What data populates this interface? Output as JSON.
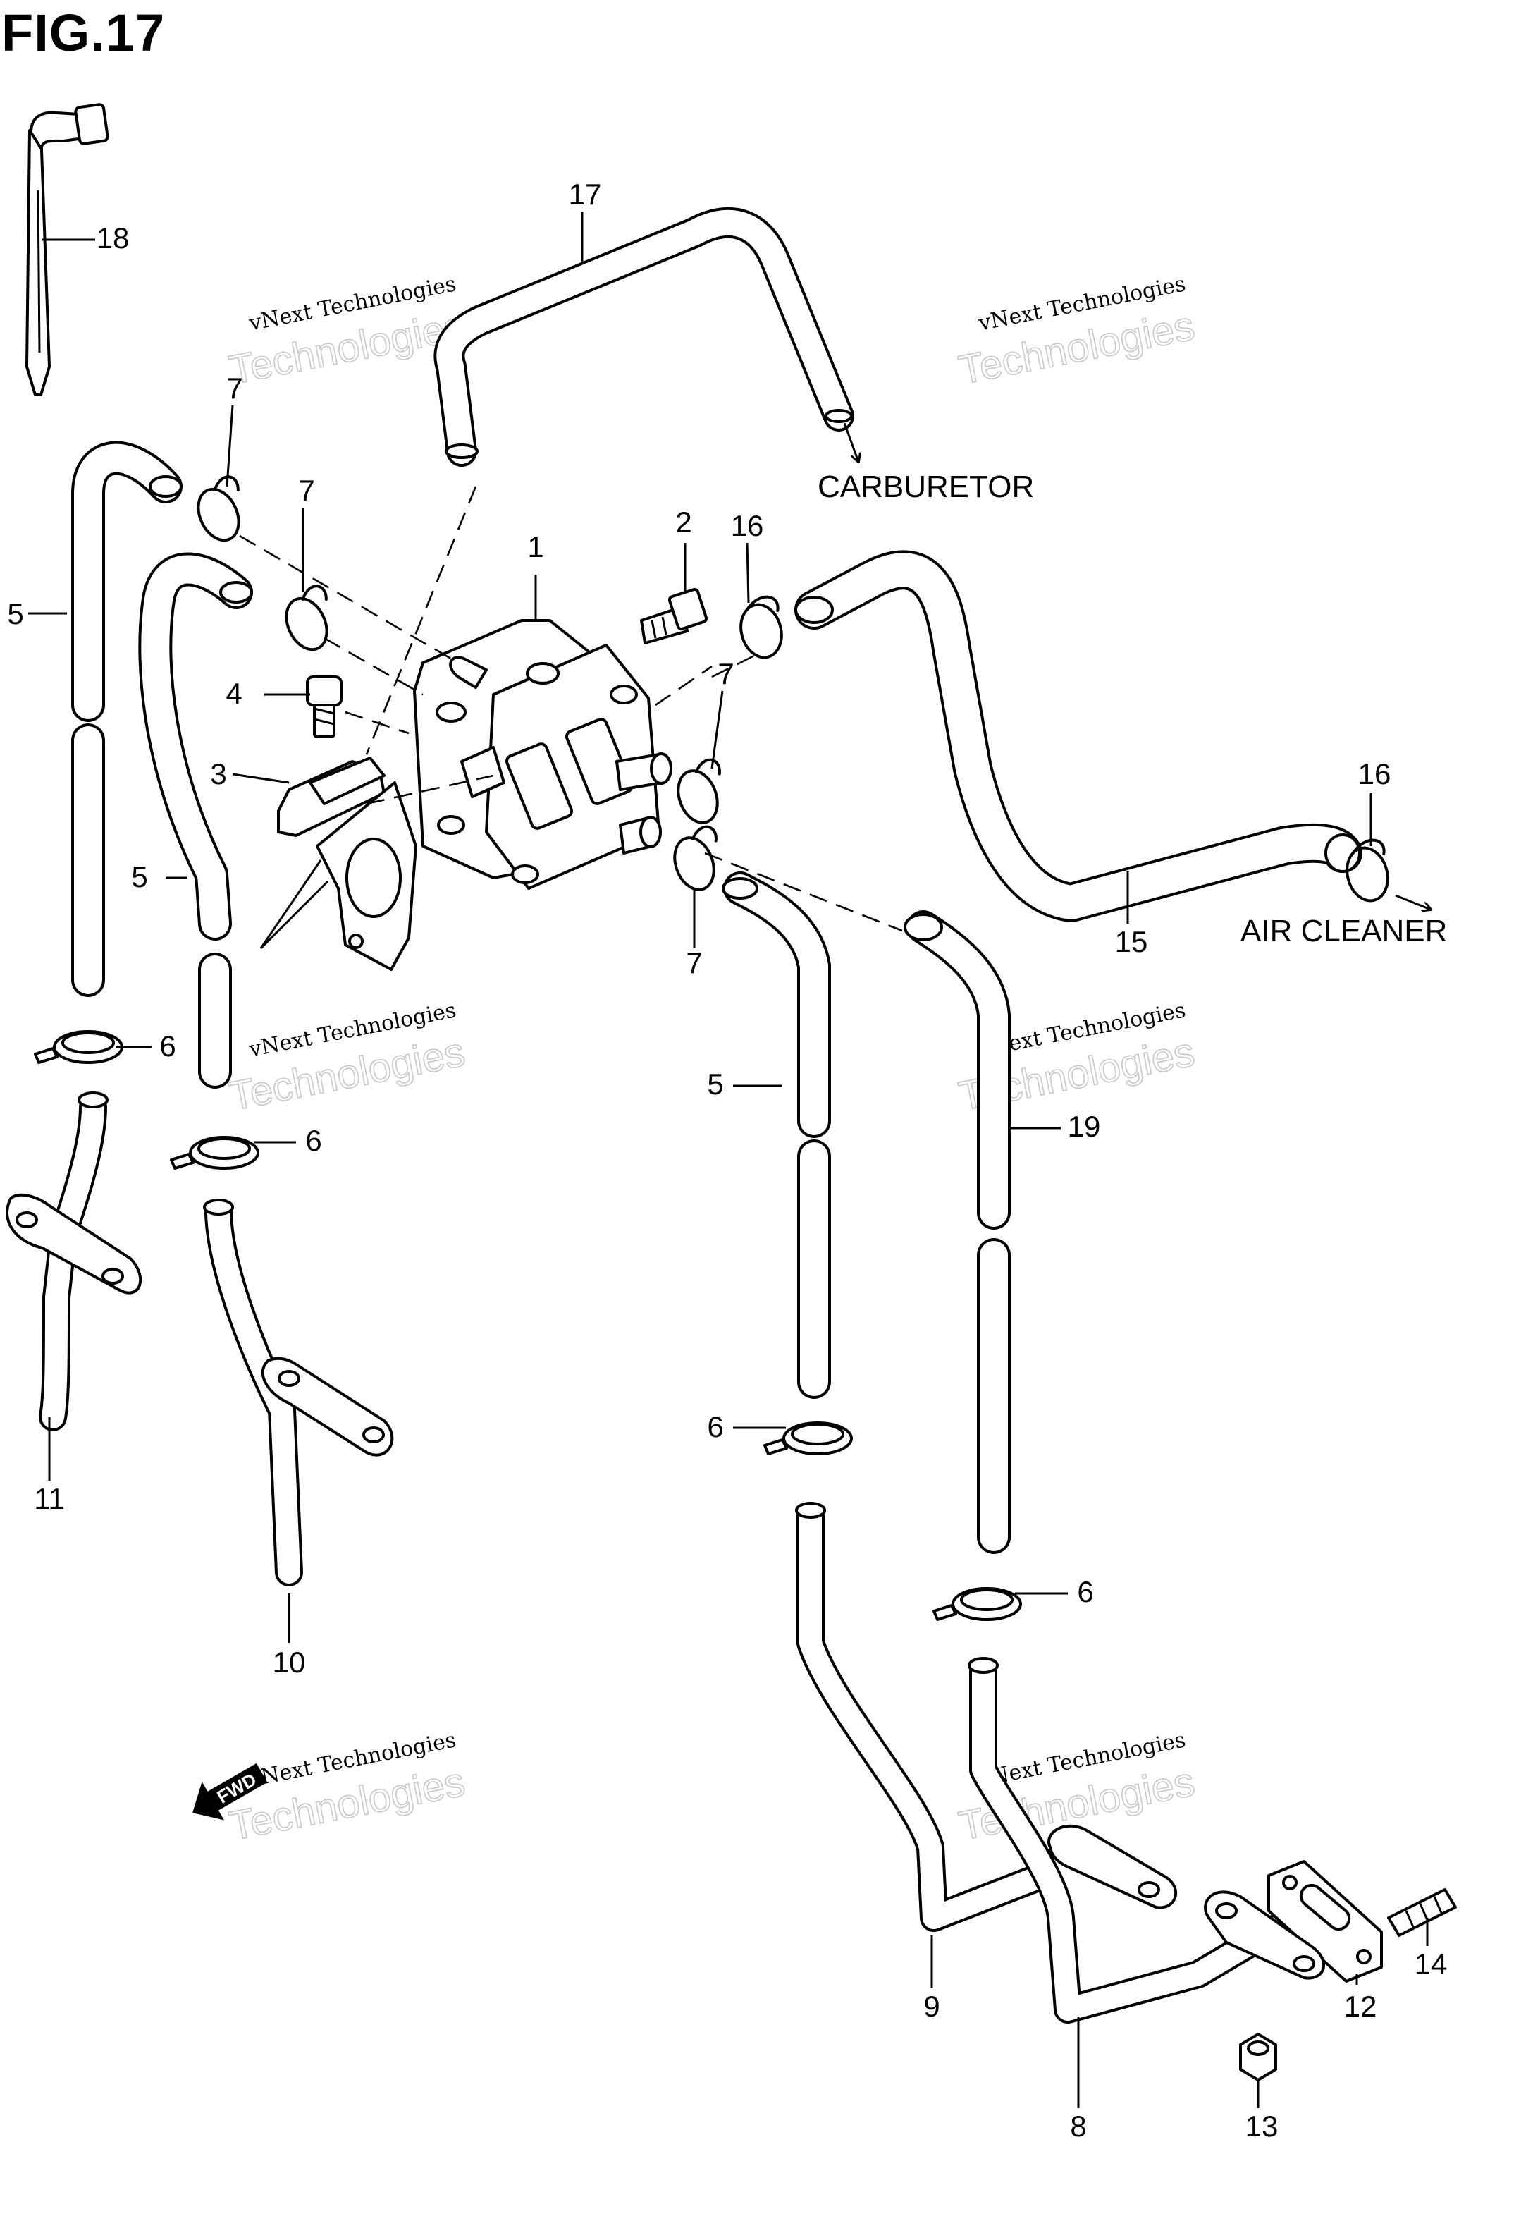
{
  "figure": {
    "title": "FIG.17"
  },
  "destinations": {
    "carburetor": "CARBURETOR",
    "air_cleaner": "AIR CLEANER"
  },
  "fwd_symbol": "FWD",
  "watermark": {
    "line1": "vNext Technologies",
    "line2": "Technologies"
  },
  "part_callouts": [
    "1",
    "2",
    "3",
    "4",
    "5",
    "5",
    "5",
    "6",
    "6",
    "6",
    "6",
    "7",
    "7",
    "7",
    "7",
    "8",
    "9",
    "10",
    "11",
    "12",
    "13",
    "14",
    "15",
    "16",
    "16",
    "17",
    "18",
    "19"
  ]
}
